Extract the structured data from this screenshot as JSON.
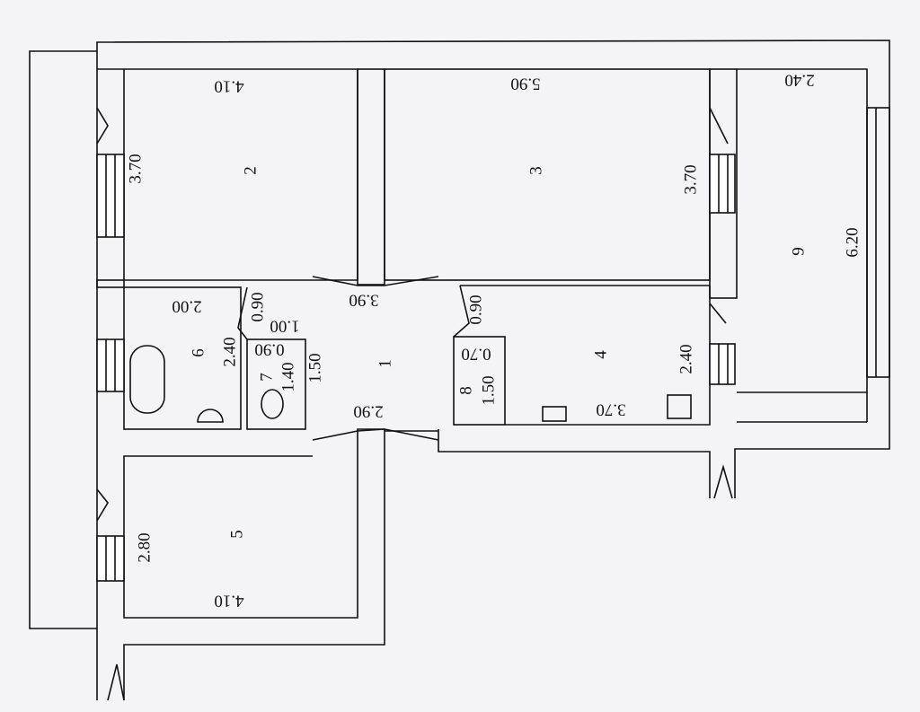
{
  "rooms": [
    {
      "number": "1",
      "dims": [
        "3.90",
        "2.90"
      ]
    },
    {
      "number": "2",
      "dims": [
        "4.10",
        "3.70"
      ]
    },
    {
      "number": "3",
      "dims": [
        "5.90",
        "3.70"
      ]
    },
    {
      "number": "4",
      "dims": [
        "3.70",
        "2.40",
        "0.90"
      ]
    },
    {
      "number": "5",
      "dims": [
        "4.10",
        "2.80"
      ]
    },
    {
      "number": "6",
      "dims": [
        "2.00",
        "2.40",
        "0.90"
      ]
    },
    {
      "number": "7",
      "dims": [
        "1.00",
        "0.90",
        "1.40",
        "1.50"
      ]
    },
    {
      "number": "8",
      "dims": [
        "0.70",
        "1.50"
      ]
    },
    {
      "number": "9",
      "dims": [
        "2.40",
        "6.20"
      ]
    }
  ]
}
